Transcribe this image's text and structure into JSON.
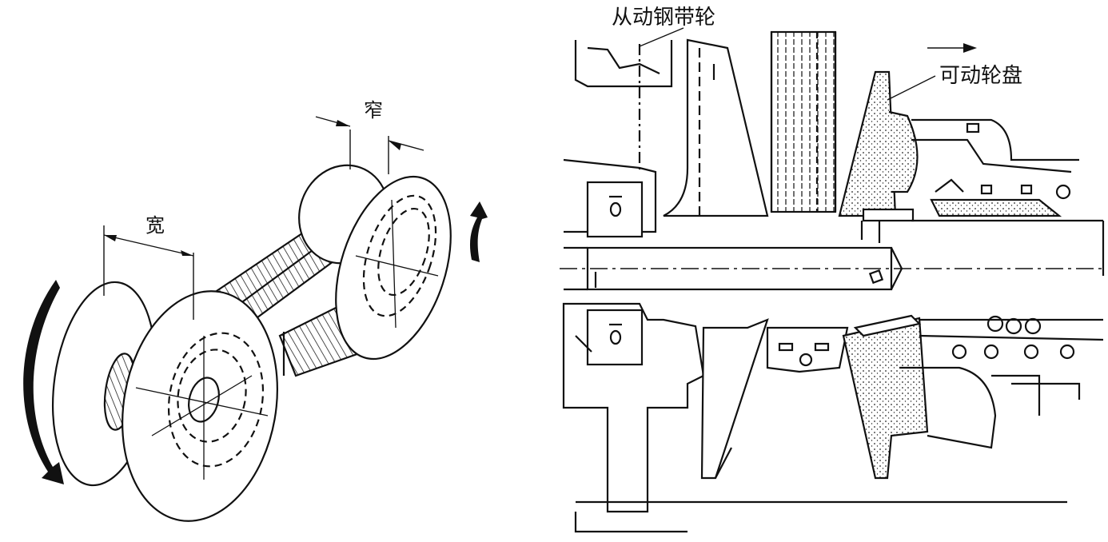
{
  "left_figure": {
    "wide_label": "宽",
    "narrow_label": "窄"
  },
  "right_figure": {
    "driven_pulley_label": "从动钢带轮",
    "movable_disc_label": "可动轮盘"
  }
}
